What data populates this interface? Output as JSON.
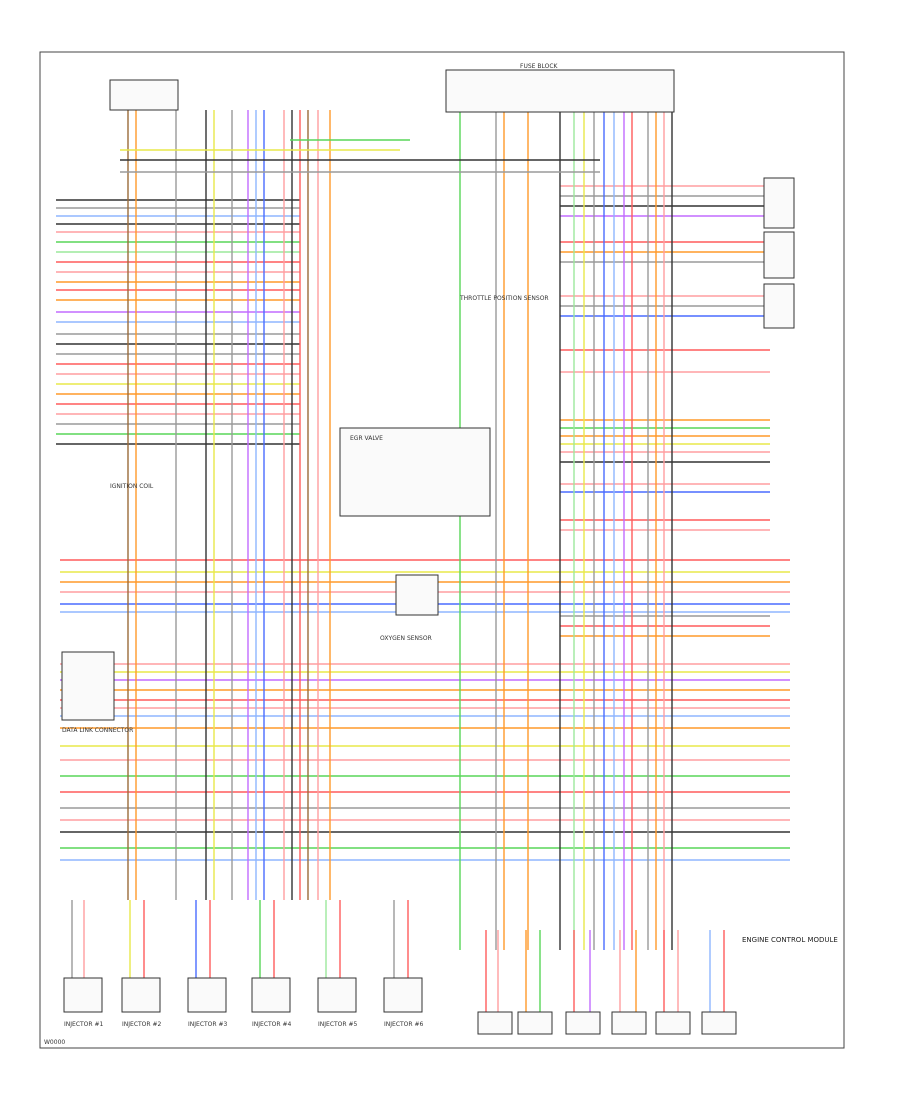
{
  "colors": {
    "red": "#ff5c5c",
    "pink": "#ff9ea0",
    "orange": "#ff9a2a",
    "yellow": "#e8e84a",
    "green": "#59d659",
    "lightgreen": "#9ce89c",
    "blue": "#4a6cff",
    "lightblue": "#8fb6ff",
    "violet": "#c26bff",
    "brown": "#9b6b3a",
    "gray": "#9a9a9a",
    "black": "#333333",
    "white": "#dddddd"
  },
  "labels": {
    "ignition_coil": "IGNITION COIL",
    "egr_valve": "EGR VALVE",
    "oxygen_sensor": "OXYGEN SENSOR",
    "throttle_position_sensor": "THROTTLE POSITION SENSOR",
    "engine_control_module": "ENGINE CONTROL MODULE",
    "data_link_connector": "DATA LINK CONNECTOR",
    "fuse_block": "FUSE BLOCK",
    "injector_1": "INJECTOR #1",
    "injector_2": "INJECTOR #2",
    "injector_3": "INJECTOR #3",
    "injector_4": "INJECTOR #4",
    "injector_5": "INJECTOR #5",
    "injector_6": "INJECTOR #6",
    "footer": "W0000"
  }
}
